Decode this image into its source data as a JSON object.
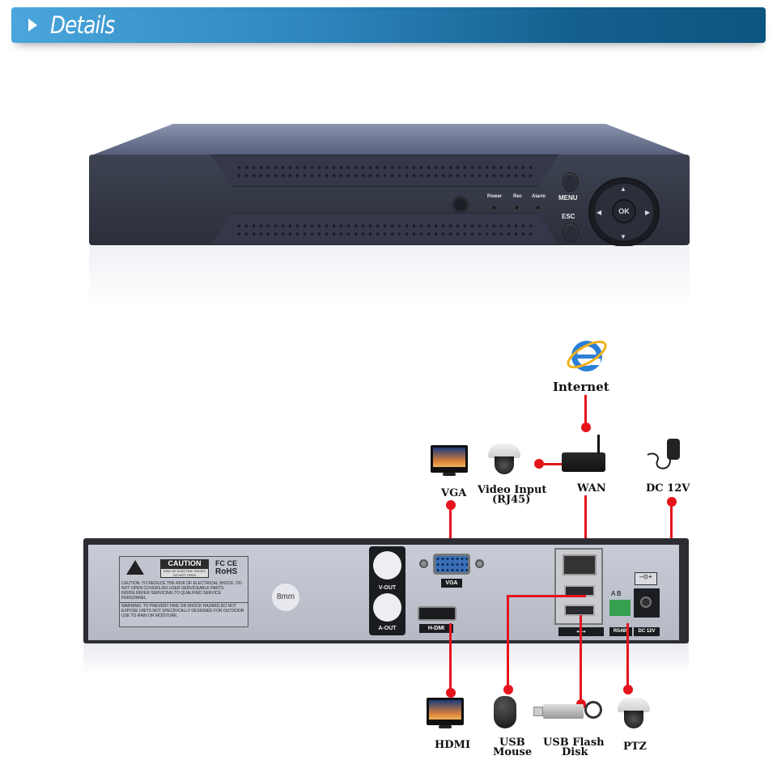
{
  "header": {
    "title": "Details",
    "icon": "triangle-right-icon",
    "gradient_from": "#4aa6dc",
    "gradient_to": "#0c557f"
  },
  "front_panel": {
    "leds": [
      "Power",
      "Rec",
      "Alarm"
    ],
    "buttons": {
      "menu": "MENU",
      "esc": "ESC",
      "ok": "OK"
    },
    "arrows": {
      "up": "▲",
      "down": "▼",
      "left": "◀",
      "right": "▶"
    }
  },
  "diagram": {
    "top_labels": {
      "internet": "Internet",
      "vga": "VGA",
      "video_input": "Video Input",
      "video_input_sub": "(RJ45)",
      "wan": "WAN",
      "dc": "DC 12V"
    },
    "bottom_labels": {
      "hdmi": "HDMI",
      "usb_mouse_1": "USB",
      "usb_mouse_2": "Mouse",
      "usb_flash_1": "USB Flash",
      "usb_flash_2": "Disk",
      "ptz": "PTZ"
    },
    "wire_color": "#e5141b"
  },
  "rear_panel": {
    "caution": {
      "title": "CAUTION",
      "sub1": "RISK OF ELECTRIC SHOCK",
      "sub2": "DO NOT OPEN",
      "fcc": "FC CE",
      "rohs": "RoHS",
      "caution_text": "CAUTION: TO REDUCE THE RISK OF ELECTRICAL SHOCK. DO NOT OPEN COVERS.NO USER SERVICEABLE PARTS INSIDE.REFER SERVICING TO QUALIFIED SERVICE PERSONNEL.",
      "warning_text": "WARNING: TO PREVENT FIRE OR SHOCK HAZARD.DO NOT EXPOSE UNITS NOT SPECIFICALLY DESIGNED FOR OUTDOOR USE TO RAIN OR MOISTURE."
    },
    "mm_label": "8mm",
    "vout": "V-OUT",
    "aout": "A-OUT",
    "vga_tag": "VGA",
    "hdmi_tag": "H-DMI",
    "usb_symbol": "⭠⭢",
    "rs485_ab": "A B",
    "rs485_tag": "RS485",
    "dc_tag": "DC 12V",
    "dc_symbol": "–⊙+"
  }
}
